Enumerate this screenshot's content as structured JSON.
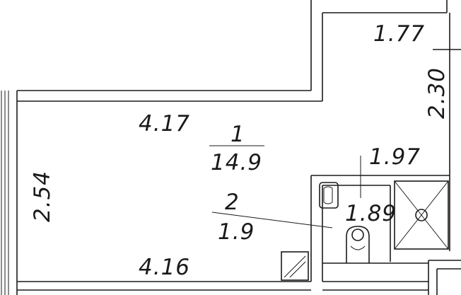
{
  "plan": {
    "dimensions": {
      "top_right_width": "1.77",
      "top_right_height": "2.30",
      "room_top_width": "4.17",
      "room_left_height": "2.54",
      "room_bottom_width": "4.16",
      "bath_width": "1.97",
      "bath_height": "1.89"
    },
    "rooms": [
      {
        "number": "1",
        "area": "14.9"
      },
      {
        "number": "2",
        "area": "1.9"
      }
    ],
    "line_color": "#1a1a1a"
  }
}
